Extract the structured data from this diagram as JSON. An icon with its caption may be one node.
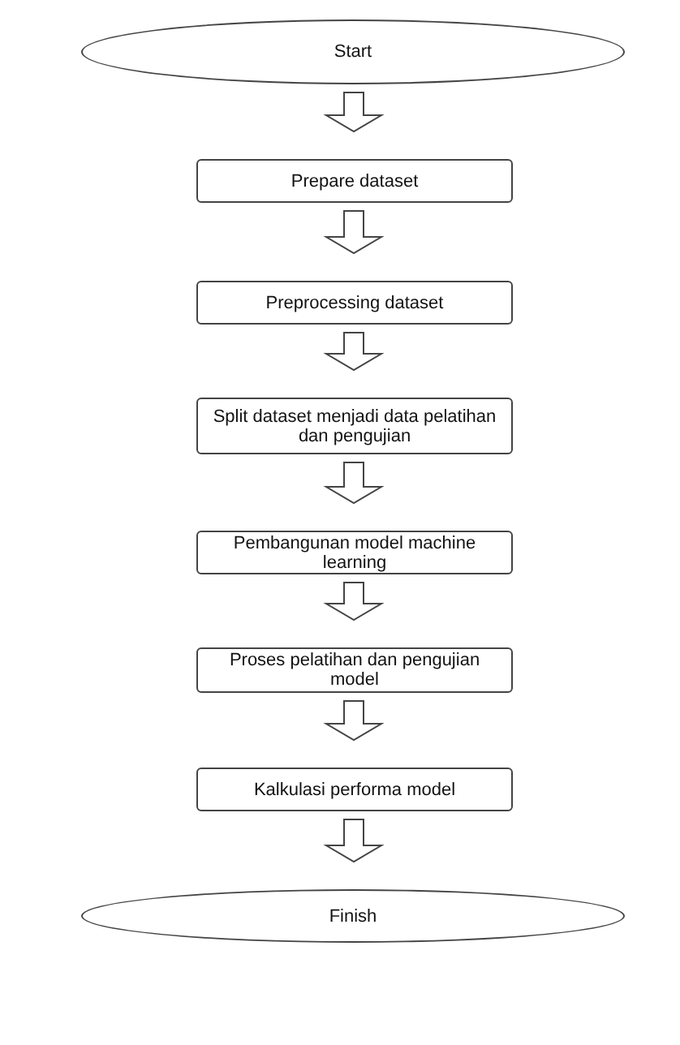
{
  "diagram": {
    "nodes": [
      {
        "text": [
          "Start"
        ]
      },
      {
        "text": [
          "Prepare dataset"
        ]
      },
      {
        "text": [
          "Preprocessing dataset"
        ]
      },
      {
        "text": [
          "Split dataset menjadi data pelatihan dan pengujian"
        ]
      },
      {
        "text": [
          "Pembangunan model machine learning"
        ]
      },
      {
        "text": [
          "Proses pelatihan dan pengujian model"
        ]
      },
      {
        "text": [
          "Kalkulasi performa model"
        ]
      },
      {
        "text": [
          "Finish"
        ]
      }
    ],
    "edges": [
      {
        "from": 0,
        "to": 1,
        "arrow": "to"
      },
      {
        "from": 1,
        "to": 2,
        "arrow": "to"
      },
      {
        "from": 2,
        "to": 3,
        "arrow": "to"
      },
      {
        "from": 3,
        "to": 4,
        "arrow": "to"
      },
      {
        "from": 4,
        "to": 5,
        "arrow": "to"
      },
      {
        "from": 5,
        "to": 6,
        "arrow": "to"
      },
      {
        "from": 6,
        "to": 7,
        "arrow": "to"
      }
    ]
  }
}
